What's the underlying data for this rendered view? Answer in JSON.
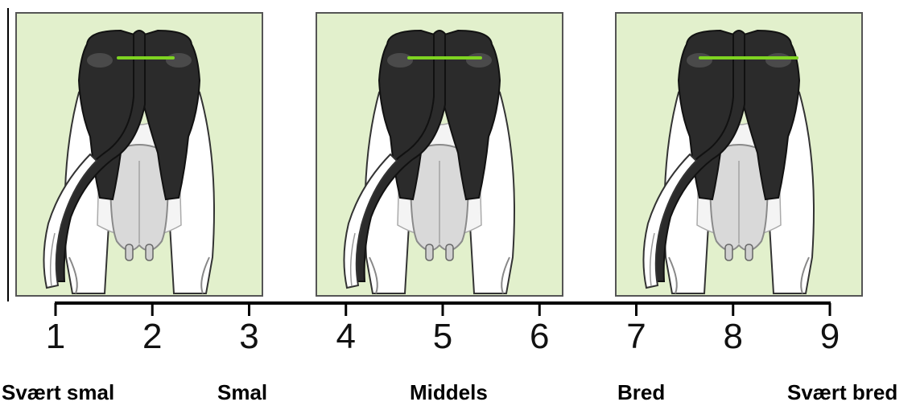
{
  "scale": {
    "ticks": [
      "1",
      "2",
      "3",
      "4",
      "5",
      "6",
      "7",
      "8",
      "9"
    ]
  },
  "categories": [
    "Svært smal",
    "Smal",
    "Middels",
    "Bred",
    "Svært bred"
  ],
  "panels": [
    {
      "scale_value": 2,
      "width_level": "narrow"
    },
    {
      "scale_value": 5,
      "width_level": "medium"
    },
    {
      "scale_value": 8,
      "width_level": "wide"
    }
  ],
  "colors": {
    "panel_background": "#e2f0cc",
    "panel_border": "#555555",
    "coat_black": "#2b2b2b",
    "coat_dark_grey": "#4a4a4a",
    "udder": "#d9d9d9",
    "legs_white": "#ffffff",
    "measure_line": "#7ed321"
  }
}
